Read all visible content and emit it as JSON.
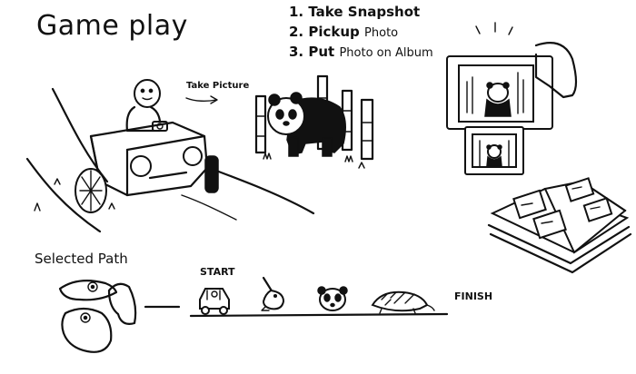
{
  "title": "Game play",
  "steps": [
    {
      "num": "1.",
      "text": "Take Snapshot"
    },
    {
      "num": "2.",
      "text": "Pickup",
      "text2": "Photo"
    },
    {
      "num": "3.",
      "text": "Put",
      "text2": "Photo on Album"
    }
  ],
  "take_picture_label": "Take Picture",
  "selected_path_label": "Selected Path",
  "start_label": "START",
  "finish_label": "FINISH",
  "path_animals": [
    "car-icon",
    "narwhal-icon",
    "panda-icon",
    "pangolin-icon"
  ]
}
